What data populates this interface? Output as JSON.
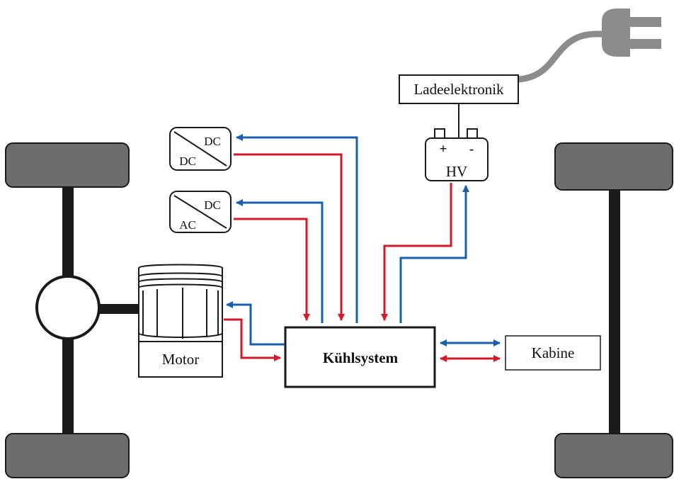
{
  "diagram": {
    "cooling_system_label": "Kühlsystem",
    "charger_label": "Ladeelektronik",
    "battery_label": "HV",
    "battery_plus": "+",
    "battery_minus": "-",
    "motor_label": "Motor",
    "cabin_label": "Kabine",
    "dcdc_top": "DC",
    "dcdc_bottom": "DC",
    "acdc_top": "DC",
    "acdc_bottom": "AC"
  },
  "colors": {
    "supply_flow": "#d11a2a",
    "return_flow": "#1a5fa8",
    "wheel_fill": "#6d6d6d",
    "plug_fill": "#8c8c8c",
    "axle": "#1a1a1a"
  }
}
